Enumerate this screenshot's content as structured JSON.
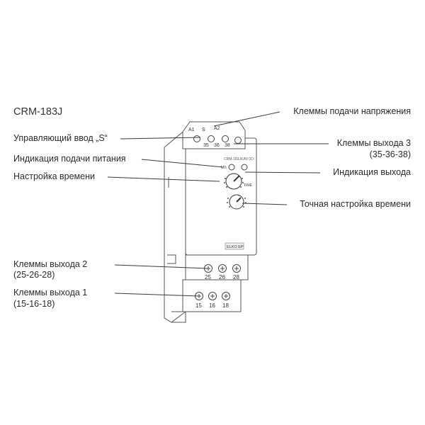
{
  "model_title": "CRM-183J",
  "labels": {
    "supply_terminals": "Клеммы подачи напряжения",
    "control_input": "Управляющий ввод „S“",
    "output3_terminals": "Клеммы выхода 3",
    "output3_numbers": "(35-36-38)",
    "power_indication": "Индикация подачи питания",
    "output_indication": "Индикация выхода",
    "time_setting": "Настройка времени",
    "fine_time_setting": "Точная настройка времени",
    "output2_terminals": "Клеммы выхода 2",
    "output2_numbers": "(25-26-28)",
    "output1_terminals": "Клеммы выхода 1",
    "output1_numbers": "(15-16-18)"
  },
  "device": {
    "top_terminals": [
      "A1",
      "S",
      "A2"
    ],
    "top_terminal_numbers": [
      "35",
      "36",
      "38"
    ],
    "front_label": "CRM-183J/UNI 0D",
    "indicator_un": "Un",
    "time_text": "TIME",
    "middle_terminal_numbers": [
      "25",
      "26",
      "28"
    ],
    "bottom_terminal_numbers": [
      "15",
      "16",
      "18"
    ],
    "brand": "ELKO EP"
  }
}
